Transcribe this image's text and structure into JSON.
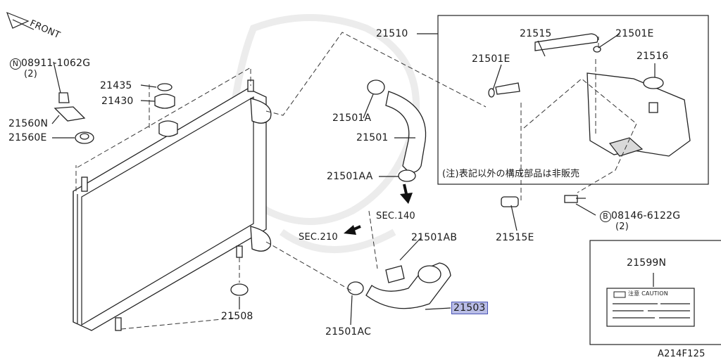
{
  "labels": {
    "front": "FRONT",
    "n_bolt": "08911-1062G",
    "n_bolt_qty": "(2)",
    "p21435": "21435",
    "p21430": "21430",
    "p21560N": "21560N",
    "p21560E": "21560E",
    "p21508": "21508",
    "p21510": "21510",
    "p21515": "21515",
    "p21501E_a": "21501E",
    "p21501E_b": "21501E",
    "p21516": "21516",
    "p21501A": "21501A",
    "p21501": "21501",
    "p21501AA": "21501AA",
    "sec140": "SEC.140",
    "sec210": "SEC.210",
    "p21501AB": "21501AB",
    "p21515E": "21515E",
    "b_bolt": "08146-6122G",
    "b_bolt_qty": "(2)",
    "p21501AC": "21501AC",
    "p21503": "21503",
    "p21599N": "21599N",
    "caution_tag": "注意 CAUTION",
    "note_jp": "(注)表記以外の構成部品は非販売",
    "diagram_id": "A214F125",
    "circle_n": "N",
    "circle_b": "B"
  },
  "colors": {
    "highlight_fill": "#b9bde6",
    "highlight_border": "#4a55b5"
  }
}
